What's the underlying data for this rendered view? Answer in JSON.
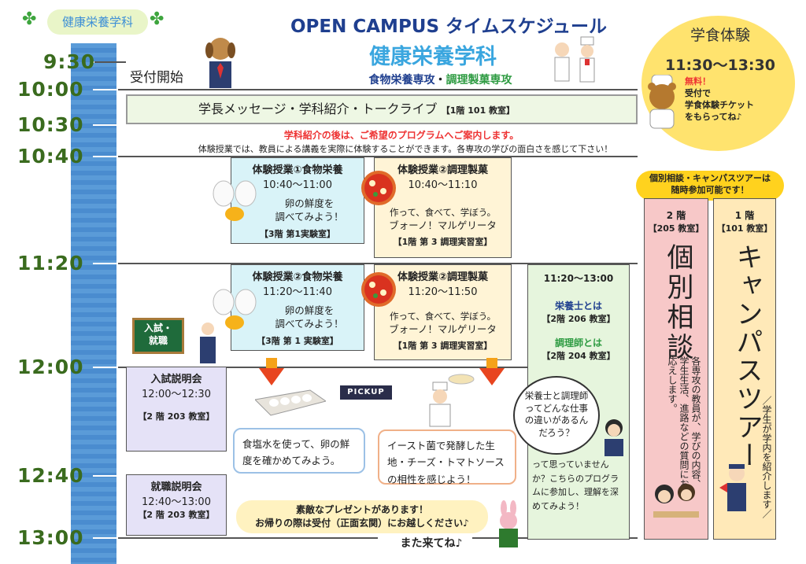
{
  "header": {
    "dept_tag": "健康栄養学科",
    "title": "OPEN CAMPUS タイムスケジュール",
    "dept_name": "健康栄養学科",
    "major_food": "食物栄養専攻",
    "major_sep": "・",
    "major_cook": "調理製菓専攻"
  },
  "lunch": {
    "title": "学食体験",
    "time": "11:30〜13:30",
    "free": "無料！",
    "note1": "受付で",
    "note2": "学食体験チケット",
    "note3": "をもらってね♪"
  },
  "times": [
    "9:30",
    "10:00",
    "10:30",
    "10:40",
    "11:20",
    "12:00",
    "12:40",
    "13:00"
  ],
  "reception": "受付開始",
  "keynote": {
    "label": "学長メッセージ・学科紹介・トークライブ",
    "room": "【1階 101 教室】"
  },
  "guide": {
    "line1": "学科紹介の後は、ご希望のプログラムへご案内します。",
    "line2": "体験授業では、教員による講義を実際に体験することができます。各専攻の学びの面白さを感じて下さい！"
  },
  "lessons": [
    {
      "title": "体験授業①食物栄養",
      "time": "10:40〜11:00",
      "desc1": "卵の鮮度を",
      "desc2": "調べてみよう！",
      "room": "【3階 第1実験室】"
    },
    {
      "title": "体験授業②調理製菓",
      "time": "10:40〜11:10",
      "desc1": "作って、食べて、学ぼう。",
      "desc2": "ブォーノ！マルゲリータ",
      "room": "【1階 第 3 調理実習室】"
    },
    {
      "title": "体験授業②食物栄養",
      "time": "11:20〜11:40",
      "desc1": "卵の鮮度を",
      "desc2": "調べてみよう！",
      "room": "【3階 第 1 実験室】"
    },
    {
      "title": "体験授業②調理製菓",
      "time": "11:20〜11:50",
      "desc1": "作って、食べて、学ぼう。",
      "desc2": "ブォーノ！マルゲリータ",
      "room": "【1階 第 3 調理実習室】"
    }
  ],
  "job_talk": {
    "time": "11:20〜13:00",
    "dietitian": "栄養士とは",
    "dietitian_room": "【2階 206 教室】",
    "chef": "調理師とは",
    "chef_room": "【2階 204 教室】",
    "question": "栄養士と調理師ってどんな仕事の違いがあるんだろう？",
    "answer": "って思っていませんか？こちらのプログラムに参加し、理解を深めてみよう！"
  },
  "walkin": {
    "line1": "個別相談・キャンパスツアーは",
    "line2": "随時参加可能です！"
  },
  "consult": {
    "floor": "2 階",
    "room": "【205 教室】",
    "label": "個別相談",
    "desc": "各専攻の教員が、学びの内容、学生生活、進路などの質問にお応えします。"
  },
  "tour": {
    "floor": "1 階",
    "room": "【101 教室】",
    "label": "キャンパスツアー",
    "desc": "／学生が学内を紹介します／"
  },
  "blackboard": {
    "line1": "入試・",
    "line2": "就職"
  },
  "exam": {
    "title": "入試説明会",
    "time": "12:00〜12:30",
    "room": "【2 階 203 教室】"
  },
  "career": {
    "title": "就職説明会",
    "time": "12:40〜13:00",
    "room": "【2 階 203 教室】"
  },
  "pickup": "PICKUP",
  "bubble_egg": "食塩水を使って、卵の鮮度を確かめてみよう。",
  "bubble_pizza": "イースト菌で発酵した生地・チーズ・トマトソースの相性を感じよう！",
  "present": {
    "line1": "素敵なプレゼントがあります！",
    "line2": "お帰りの際は受付（正面玄関）にお越しください♪"
  },
  "see_you": "また来てね♪",
  "colors": {
    "timeline": "#5a9bd8",
    "title": "#1f3f8f",
    "accent_green": "#3a6b1e",
    "lunch": "#ffe36e",
    "consult": "#f7c8c8",
    "tour": "#ffe9b8"
  }
}
